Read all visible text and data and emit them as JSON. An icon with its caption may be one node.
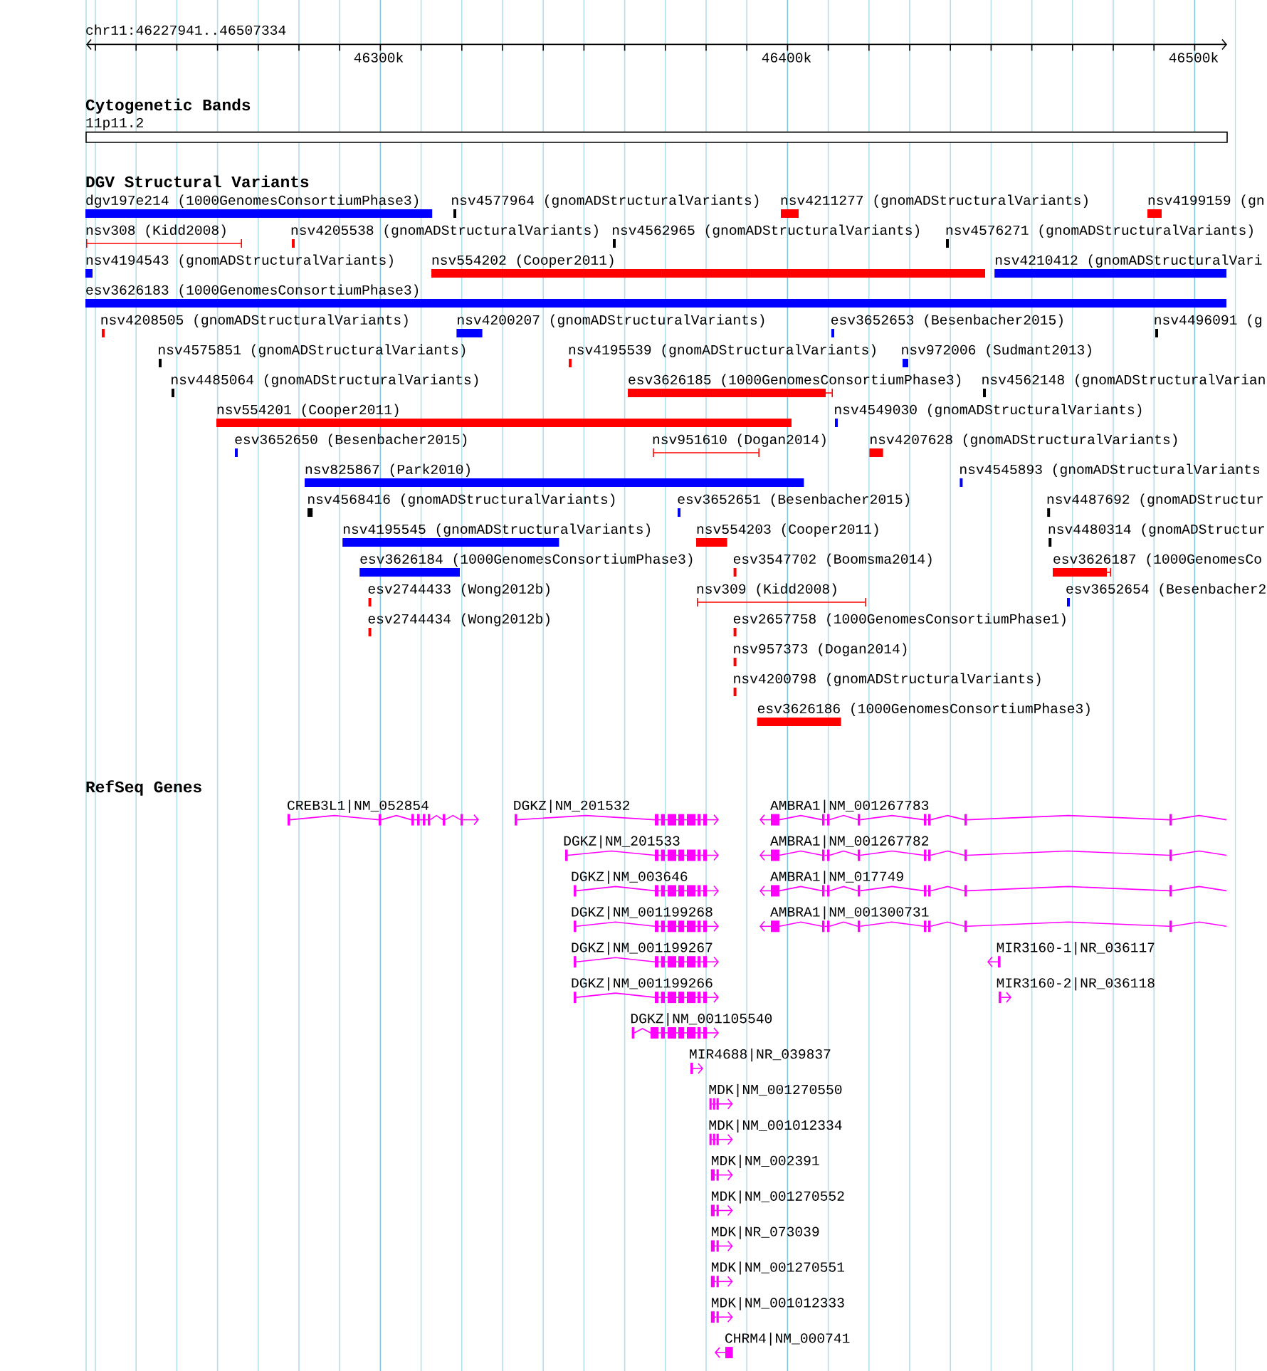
{
  "diagram": {
    "labels": [
      "chr11:46227941..46507334",
      "46300k",
      "46400k",
      "46500k",
      "Cytogenetic Bands",
      "11p11.2",
      "DGV Structural Variants",
      "dgv197e214 (1000GenomesConsortiumPhase3)",
      "nsv4577964 (gnomADStructuralVariants)",
      "nsv4211277 (gnomADStructuralVariants)",
      "nsv4199159 (gn",
      "nsv308 (Kidd2008)",
      "nsv4205538 (gnomADStructuralVariants)",
      "nsv4562965 (gnomADStructuralVariants)",
      "nsv4576271 (gnomADStructuralVariants)",
      "nsv4194543 (gnomADStructuralVariants)",
      "nsv554202 (Cooper2011)",
      "nsv4210412 (gnomADStructuralVari",
      "esv3626183 (1000GenomesConsortiumPhase3)",
      "nsv4208505 (gnomADStructuralVariants)",
      "nsv4200207 (gnomADStructuralVariants)",
      "esv3652653 (Besenbacher2015)",
      "nsv4496091 (g",
      "nsv4575851 (gnomADStructuralVariants)",
      "nsv4195539 (gnomADStructuralVariants)",
      "nsv972006 (Sudmant2013)",
      "nsv4485064 (gnomADStructuralVariants)",
      "esv3626185 (1000GenomesConsortiumPhase3)",
      "nsv4562148 (gnomADStructuralVarian",
      "nsv554201 (Cooper2011)",
      "nsv4549030 (gnomADStructuralVariants)",
      "esv3652650 (Besenbacher2015)",
      "nsv951610 (Dogan2014)",
      "nsv4207628 (gnomADStructuralVariants)",
      "nsv825867 (Park2010)",
      "nsv4545893 (gnomADStructuralVariants",
      "nsv4568416 (gnomADStructuralVariants)",
      "esv3652651 (Besenbacher2015)",
      "nsv4487692 (gnomADStructur",
      "nsv4195545 (gnomADStructuralVariants)",
      "nsv554203 (Cooper2011)",
      "nsv4480314 (gnomADStructur",
      "esv3626184 (1000GenomesConsortiumPhase3)",
      "esv3547702 (Boomsma2014)",
      "esv3626187 (1000GenomesCo",
      "esv2744433 (Wong2012b)",
      "nsv309 (Kidd2008)",
      "esv3652654 (Besenbacher2",
      "esv2744434 (Wong2012b)",
      "esv2657758 (1000GenomesConsortiumPhase1)",
      "nsv957373 (Dogan2014)",
      "nsv4200798 (gnomADStructuralVariants)",
      "esv3626186 (1000GenomesConsortiumPhase3)",
      "RefSeq Genes",
      "CREB3L1|NM_052854",
      "DGKZ|NM_201532",
      "AMBRA1|NM_001267783",
      "DGKZ|NM_201533",
      "AMBRA1|NM_001267782",
      "DGKZ|NM_003646",
      "AMBRA1|NM_017749",
      "DGKZ|NM_001199268",
      "AMBRA1|NM_001300731",
      "DGKZ|NM_001199267",
      "MIR3160-1|NR_036117",
      "DGKZ|NM_001199266",
      "MIR3160-2|NR_036118",
      "DGKZ|NM_001105540",
      "MIR4688|NR_039837",
      "MDK|NM_001270550",
      "MDK|NM_001012334",
      "MDK|NM_002391",
      "MDK|NM_001270552",
      "MDK|NR_073039",
      "MDK|NM_001270551",
      "MDK|NM_001012333",
      "CHRM4|NM_000741"
    ]
  }
}
